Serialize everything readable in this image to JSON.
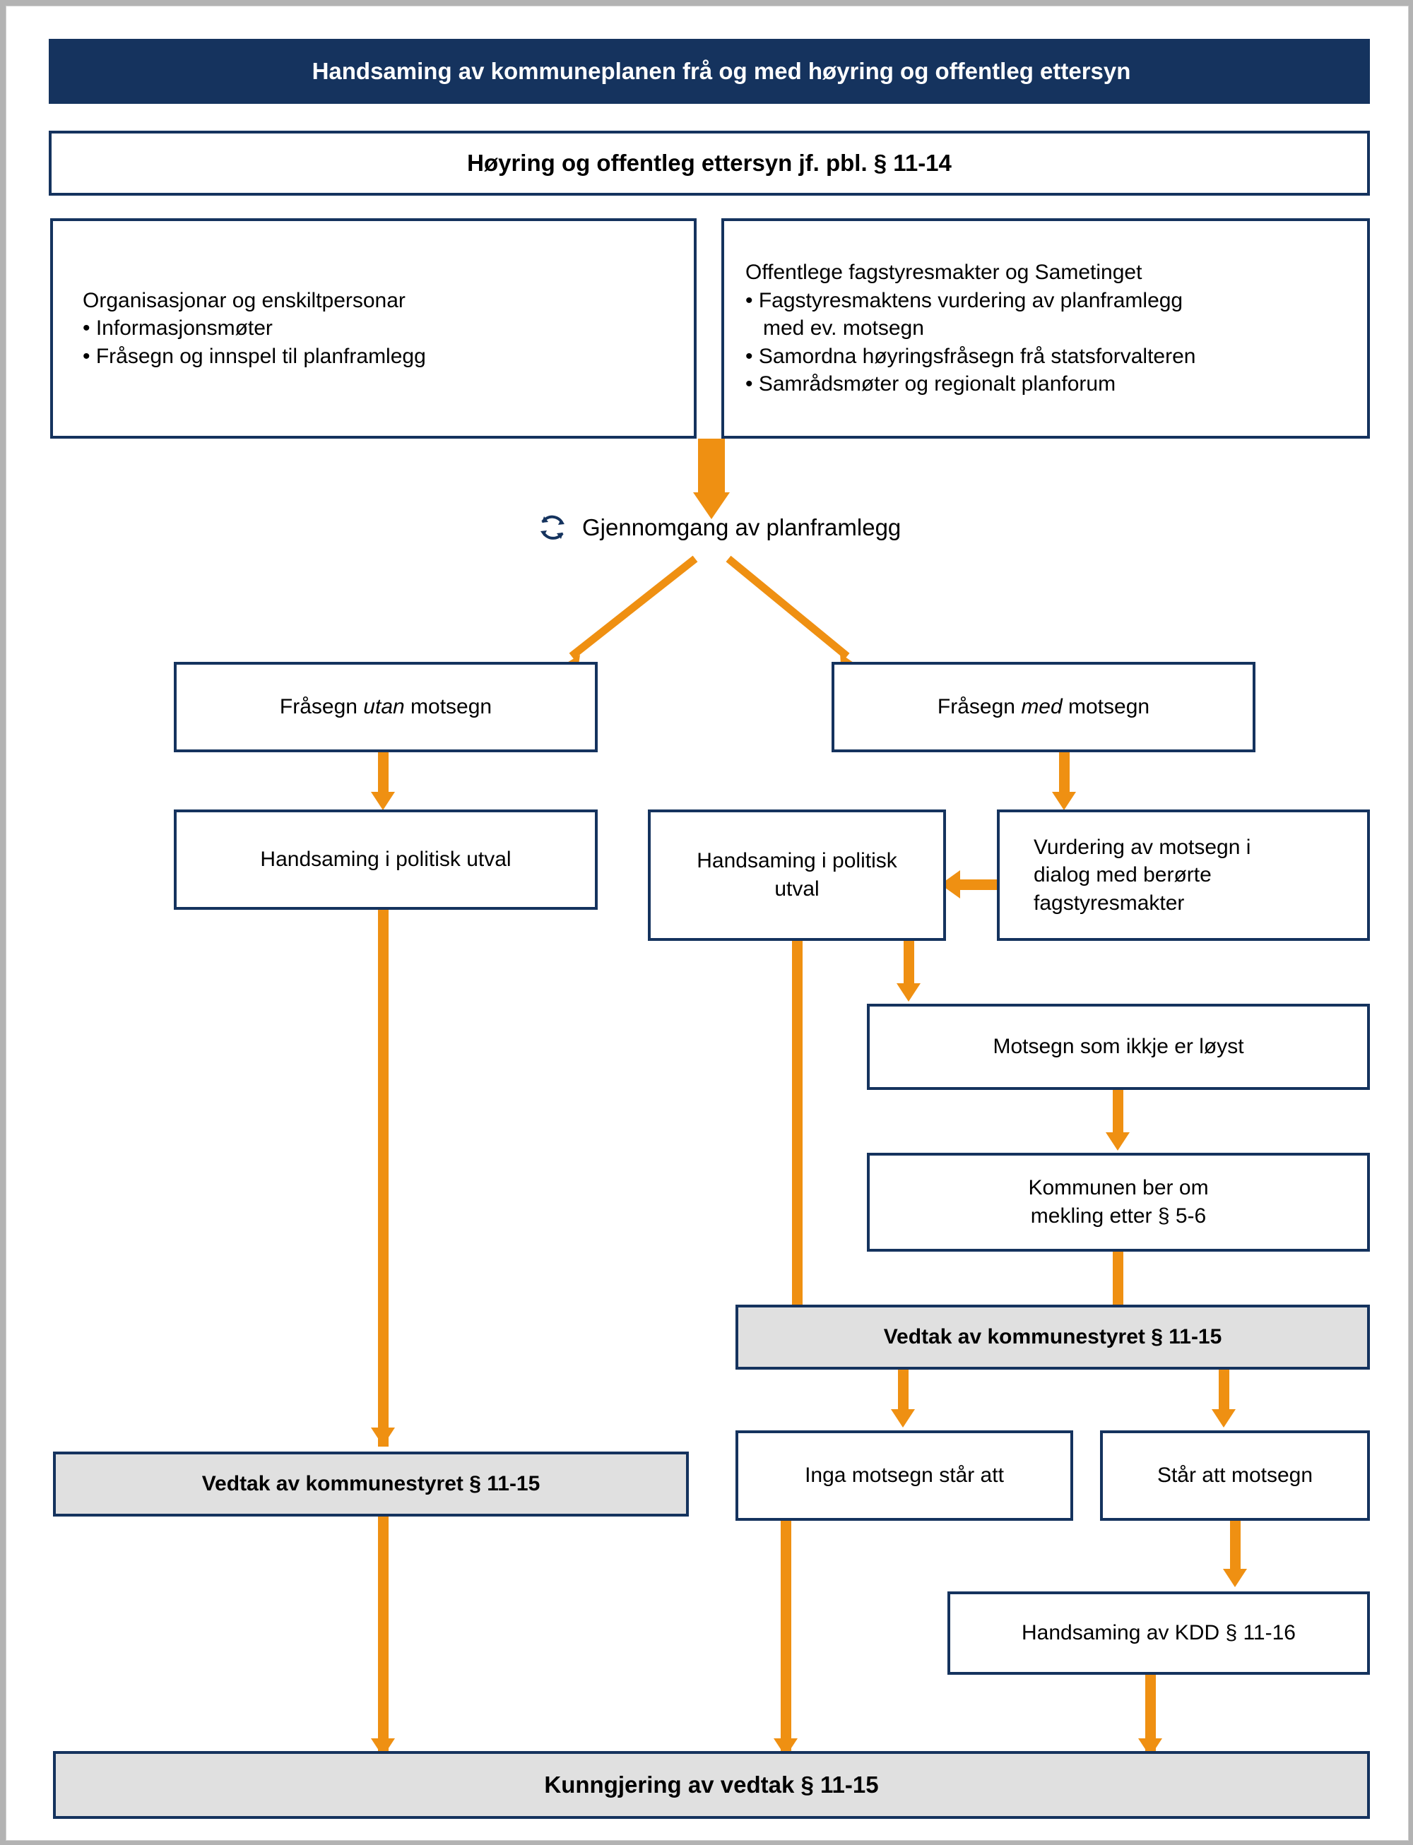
{
  "colors": {
    "navy": "#15335e",
    "orange": "#ef9012",
    "gray_fill": "#e0e0e0",
    "page_bg": "#ffffff",
    "outer_bg": "#b3b3b3"
  },
  "title_bar": {
    "text": "Handsaming av kommuneplanen frå og med høyring og offentleg ettersyn"
  },
  "hearing_box": {
    "text": "Høyring og offentleg ettersyn jf. pbl. § 11-14"
  },
  "left_input_box": {
    "heading": "Organisasjonar og enskiltpersonar",
    "bullets": [
      "• Informasjonsmøter",
      "• Fråsegn og innspel til planframlegg"
    ]
  },
  "right_input_box": {
    "heading": "Offentlege fagstyresmakter og Sametinget",
    "bullets": [
      "• Fagstyresmaktens vurdering av planframlegg",
      "   med ev. motsegn",
      "• Samordna høyringsfråsegn frå statsforvalteren",
      "• Samrådsmøter og regionalt planforum"
    ]
  },
  "review_label": {
    "icon": "cycle-arrows-icon",
    "text": "Gjennomgang av planframlegg"
  },
  "branch_left": {
    "statement_pre": "Fråsegn ",
    "statement_em": "utan",
    "statement_post": " motsegn",
    "political_handling": "Handsaming i politisk utval",
    "council_decision": "Vedtak av kommunestyret § 11-15"
  },
  "branch_right": {
    "statement_pre": "Fråsegn ",
    "statement_em": "med",
    "statement_post": " motsegn",
    "political_handling_line1": "Handsaming i politisk",
    "political_handling_line2": "utval",
    "objection_assessment_line1": "Vurdering av motsegn i",
    "objection_assessment_line2": "dialog med berørte",
    "objection_assessment_line3": "fagstyresmakter",
    "unresolved": "Motsegn som ikkje er løyst",
    "mediation_line1": "Kommunen ber om",
    "mediation_line2": "mekling etter § 5-6",
    "council_decision": "Vedtak av kommunestyret § 11-15",
    "no_objections_left": "Inga motsegn står att",
    "objections_remain": "Står att motsegn",
    "kdd_handling": "Handsaming av KDD § 11-16"
  },
  "final_bar": {
    "text": "Kunngjering av vedtak § 11-15"
  }
}
